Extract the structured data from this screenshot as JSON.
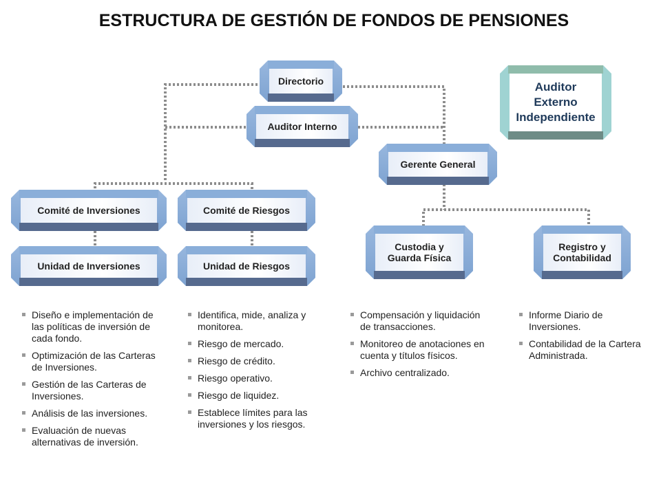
{
  "title": "ESTRUCTURA DE GESTIÓN DE FONDOS DE PENSIONES",
  "nodes": {
    "directorio": "Directorio",
    "auditor_interno": "Auditor Interno",
    "auditor_externo": "Auditor\nExterno\nIndependiente",
    "gerente_general": "Gerente General",
    "comite_inversiones": "Comité de Inversiones",
    "comite_riesgos": "Comité de Riesgos",
    "unidad_inversiones": "Unidad de Inversiones",
    "unidad_riesgos": "Unidad de Riesgos",
    "custodia": "Custodia y\nGuarda Física",
    "registro": "Registro y\nContabilidad"
  },
  "lists": {
    "inversiones": [
      "Diseño e implementación de las políticas de inversión de cada fondo.",
      "Optimización de las Carteras de Inversiones.",
      "Gestión de las Carteras de Inversiones.",
      "Análisis de las inversiones.",
      "Evaluación de nuevas alternativas de inversión."
    ],
    "riesgos": [
      "Identifica, mide, analiza y monitorea.",
      "Riesgo de mercado.",
      "Riesgo de crédito.",
      "Riesgo operativo.",
      "Riesgo de liquidez.",
      "Establece límites para las inversiones y los riesgos."
    ],
    "custodia": [
      "Compensación y liquidación de transacciones.",
      "Monitoreo de anotaciones en cuenta y títulos físicos.",
      "Archivo centralizado."
    ],
    "registro": [
      "Informe Diario de Inversiones.",
      "Contabilidad de la Cartera Administrada."
    ]
  },
  "colors": {
    "box_face": "#8aaed9",
    "box_shadow": "#566a8e",
    "connector": "#8c8c8c",
    "external_auditor_face": "#9fd3d2"
  }
}
